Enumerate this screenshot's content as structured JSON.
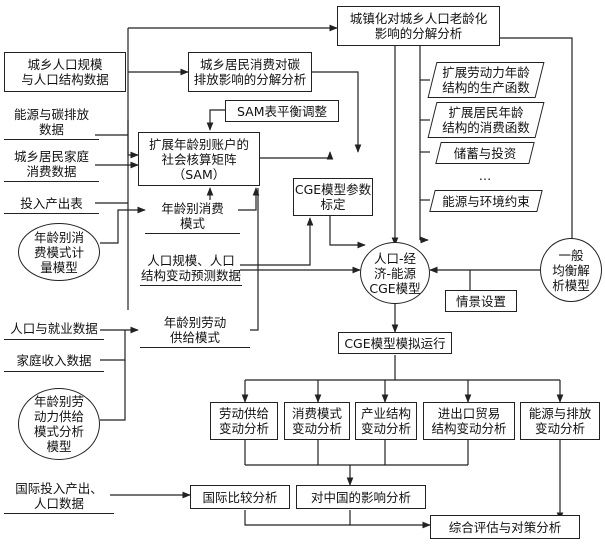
{
  "nodes": {
    "urbanization_decomp": "城镇化对城乡人口老龄化\n影响的分解分析",
    "pop_scale_data": "城乡人口规模\n与人口结构数据",
    "consumption_carbon": "城乡居民消费对碳\n排放影响的分解分析",
    "energy_carbon_data": "能源与碳排放\n数据",
    "sam_balance": "SAM表平衡调整",
    "household_data": "城乡居民家庭\n消费数据",
    "extended_sam": "扩展年龄别账户的\n社会核算矩阵（SAM）",
    "io_table": "投入产出表",
    "cge_params": "CGE模型参数\n标定",
    "age_consumption_model": "年龄别消\n费模式计\n量模型",
    "age_consumption_mode": "年龄别消费\n模式",
    "pop_forecast": "人口规模、人口\n结构变动预测数据",
    "cge_model": "人口-经\n济-能源\nCGE模型",
    "labor_production": "扩展劳动力年龄\n结构的生产函数",
    "resident_consumption": "扩展居民年龄\n结构的消费函数",
    "saving_investment": "储蓄与投资",
    "ellipsis": "…",
    "energy_env": "能源与环境约束",
    "general_equilibrium": "一般\n均衡解\n析模型",
    "scenario": "情景设置",
    "pop_employment": "人口与就业数据",
    "labor_supply_mode": "年龄别劳动\n供给模式",
    "household_income": "家庭收入数据",
    "labor_supply_model": "年龄别劳\n动力供给\n模式分析\n模型",
    "cge_simulation": "CGE模型模拟运行",
    "labor_change": "劳动供给\n变动分析",
    "consumption_change": "消费模式\n变动分析",
    "industry_change": "产业结构\n变动分析",
    "trade_change": "进出口贸易\n结构变动分析",
    "energy_emission_change": "能源与排放\n变动分析",
    "intl_io_data": "国际投入产出、\n人口数据",
    "intl_comparison": "国际比较分析",
    "china_impact": "对中国的影响分析",
    "evaluation": "综合评估与对策分析"
  }
}
